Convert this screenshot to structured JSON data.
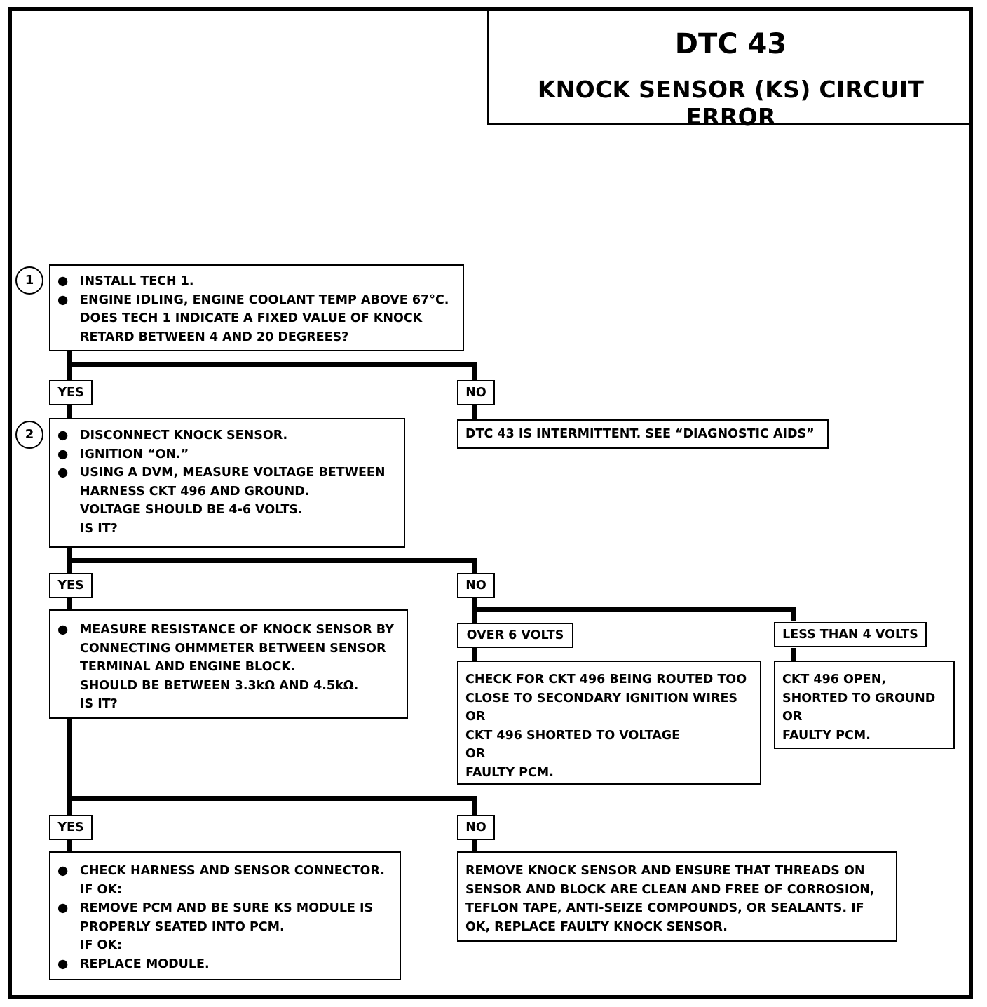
{
  "title": {
    "main": "DTC 43",
    "sub": "KNOCK SENSOR (KS) CIRCUIT ERROR"
  },
  "step1": {
    "number": "1",
    "bullets": [
      [
        "INSTALL TECH 1."
      ],
      [
        "ENGINE IDLING, ENGINE COOLANT TEMP ABOVE 67°C.",
        "DOES TECH 1 INDICATE A FIXED VALUE OF KNOCK",
        "RETARD BETWEEN 4 AND 20 DEGREES?"
      ]
    ]
  },
  "labels": {
    "yes": "YES",
    "no": "NO",
    "over_6_volts": "OVER 6 VOLTS",
    "less_than_4_volts": "LESS THAN 4 VOLTS"
  },
  "step1_no_result": "DTC 43 IS INTERMITTENT.  SEE “DIAGNOSTIC AIDS”",
  "step2": {
    "number": "2",
    "bullets": [
      [
        "DISCONNECT KNOCK SENSOR."
      ],
      [
        "IGNITION “ON.”"
      ],
      [
        "USING A DVM, MEASURE VOLTAGE BETWEEN",
        "HARNESS CKT 496 AND GROUND.",
        "VOLTAGE SHOULD BE 4-6 VOLTS.",
        "IS IT?"
      ]
    ]
  },
  "step3": {
    "bullets": [
      [
        "MEASURE RESISTANCE OF KNOCK SENSOR BY",
        "CONNECTING OHMMETER BETWEEN SENSOR",
        "TERMINAL AND ENGINE BLOCK.",
        "SHOULD BE BETWEEN 3.3kΩ AND 4.5kΩ.",
        "IS IT?"
      ]
    ]
  },
  "over6_result": [
    "CHECK FOR CKT 496 BEING ROUTED TOO",
    "CLOSE TO SECONDARY IGNITION WIRES",
    "OR",
    "CKT 496 SHORTED TO VOLTAGE",
    "OR",
    "FAULTY PCM."
  ],
  "less4_result": [
    "CKT 496 OPEN,",
    "SHORTED TO GROUND",
    "OR",
    "FAULTY PCM."
  ],
  "yes_result": {
    "bullets": [
      [
        "CHECK HARNESS AND SENSOR CONNECTOR.",
        "IF OK:"
      ],
      [
        "REMOVE PCM AND BE SURE KS MODULE IS",
        "PROPERLY SEATED INTO PCM.",
        "IF OK:"
      ],
      [
        "REPLACE MODULE."
      ]
    ]
  },
  "no_result": [
    "REMOVE KNOCK SENSOR AND ENSURE THAT THREADS ON",
    "SENSOR AND BLOCK ARE CLEAN AND FREE OF CORROSION,",
    "TEFLON TAPE, ANTI-SEIZE COMPOUNDS, OR SEALANTS.  IF",
    "OK, REPLACE FAULTY KNOCK SENSOR."
  ]
}
